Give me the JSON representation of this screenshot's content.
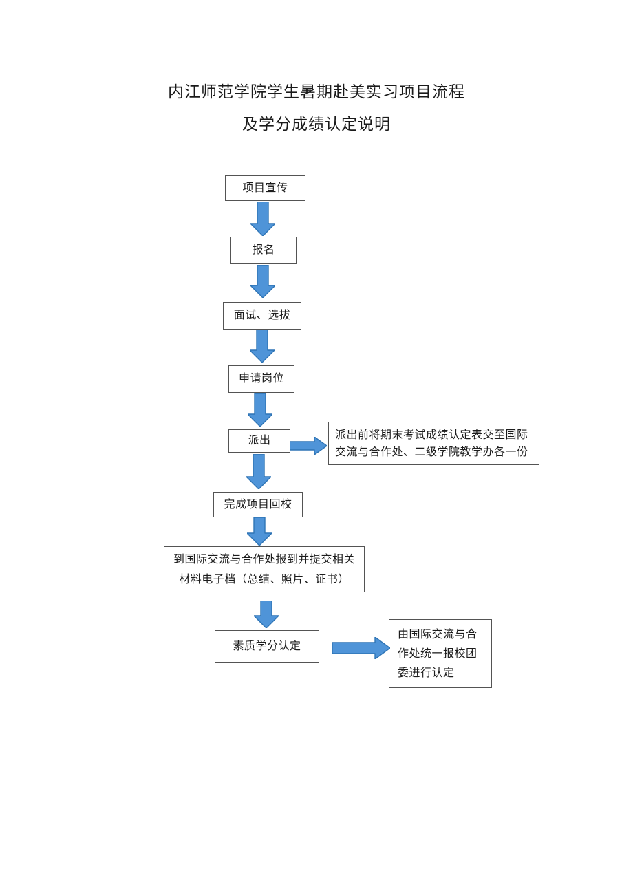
{
  "document": {
    "title_line1": "内江师范学院学生暑期赴美实习项目流程",
    "title_line2": "及学分成绩认定说明"
  },
  "flowchart": {
    "nodes": [
      {
        "label": "项目宣传"
      },
      {
        "label": "报名"
      },
      {
        "label": "面试、选拔"
      },
      {
        "label": "申请岗位"
      },
      {
        "label": "派出"
      },
      {
        "label": "完成项目回校"
      },
      {
        "label": "到国际交流与合作处报到并提交相关材料电子档（总结、照片、证书）"
      },
      {
        "label": "素质学分认定"
      }
    ],
    "side_notes": [
      {
        "attached_to": "派出",
        "label": "派出前将期末考试成绩认定表交至国际交流与合作处、二级学院教学办各一份"
      },
      {
        "attached_to": "素质学分认定",
        "label": "由国际交流与合作处统一报校团委进行认定"
      }
    ],
    "colors": {
      "arrow_fill": "#4f94d8",
      "arrow_stroke": "#2e74b5",
      "box_border": "#545454"
    }
  }
}
